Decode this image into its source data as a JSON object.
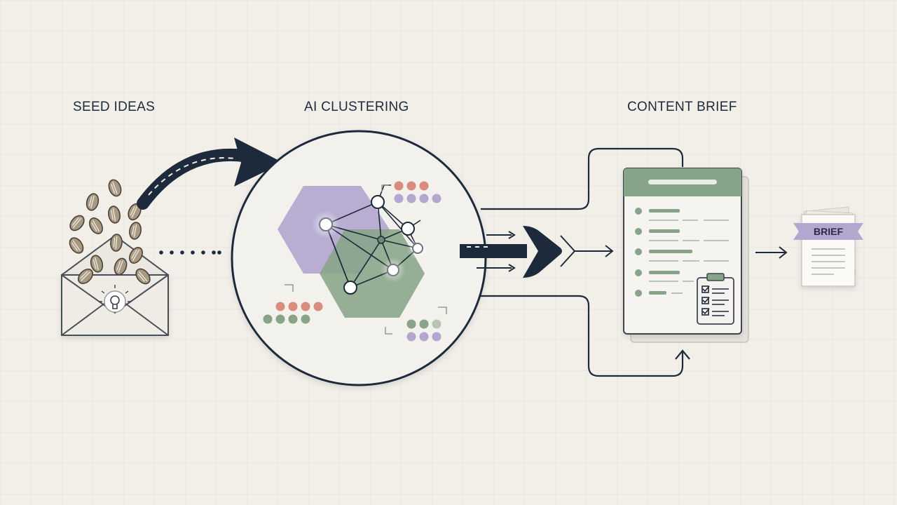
{
  "stages": {
    "seed": "SEED IDEAS",
    "clustering": "AI CLUSTERING",
    "brief": "CONTENT BRIEF"
  },
  "output_tag": "BRIEF",
  "colors": {
    "background": "#f2efe9",
    "ink": "#1d2a3c",
    "purple": "#b3a6cf",
    "green": "#88a488",
    "coral": "#d98b7c",
    "seed": "#a89a82"
  },
  "icons": [
    "envelope-icon",
    "seed-icon",
    "lightbulb-icon",
    "network-icon",
    "document-icon",
    "checklist-icon",
    "brief-document-icon"
  ]
}
